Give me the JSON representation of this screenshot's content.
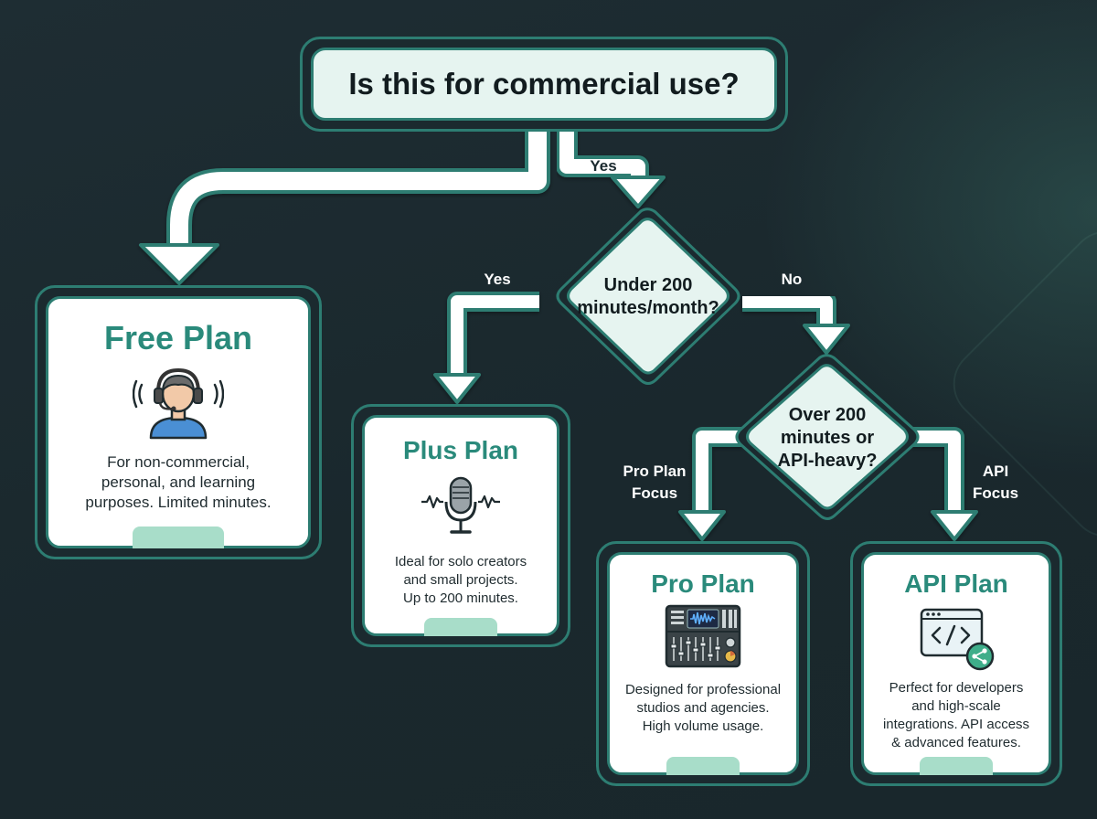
{
  "question": "Is this for commercial use?",
  "branch_labels": {
    "no": "No",
    "yes": "Yes",
    "under_yes": "Yes",
    "under_no": "No",
    "pro_focus": [
      "Pro Plan",
      "Focus"
    ],
    "api_focus": [
      "API",
      "Focus"
    ]
  },
  "decisions": {
    "under_200": [
      "Under 200",
      "minutes/month?"
    ],
    "over_200": [
      "Over 200",
      "minutes or",
      "API-heavy?"
    ]
  },
  "plans": {
    "free": {
      "title": "Free Plan",
      "icon": "headset-user-icon",
      "desc": [
        "For non-commercial,",
        "personal, and learning",
        "purposes. Limited minutes."
      ]
    },
    "plus": {
      "title": "Plus Plan",
      "icon": "microphone-icon",
      "desc": [
        "Ideal for solo creators",
        "and small projects.",
        "Up to 200 minutes."
      ]
    },
    "pro": {
      "title": "Pro Plan",
      "icon": "mixing-console-icon",
      "desc": [
        "Designed for professional",
        "studios and agencies.",
        "High volume usage."
      ]
    },
    "api": {
      "title": "API Plan",
      "icon": "code-window-share-icon",
      "desc": [
        "Perfect for developers",
        "and high-scale",
        "integrations. API access",
        "& advanced features."
      ]
    }
  },
  "colors": {
    "background": "#1b2a2f",
    "accent_teal": "#2d7d72",
    "title_teal": "#2a8a7b",
    "light_fill": "#e6f4f0",
    "tab_mint": "#a8ddc9"
  }
}
